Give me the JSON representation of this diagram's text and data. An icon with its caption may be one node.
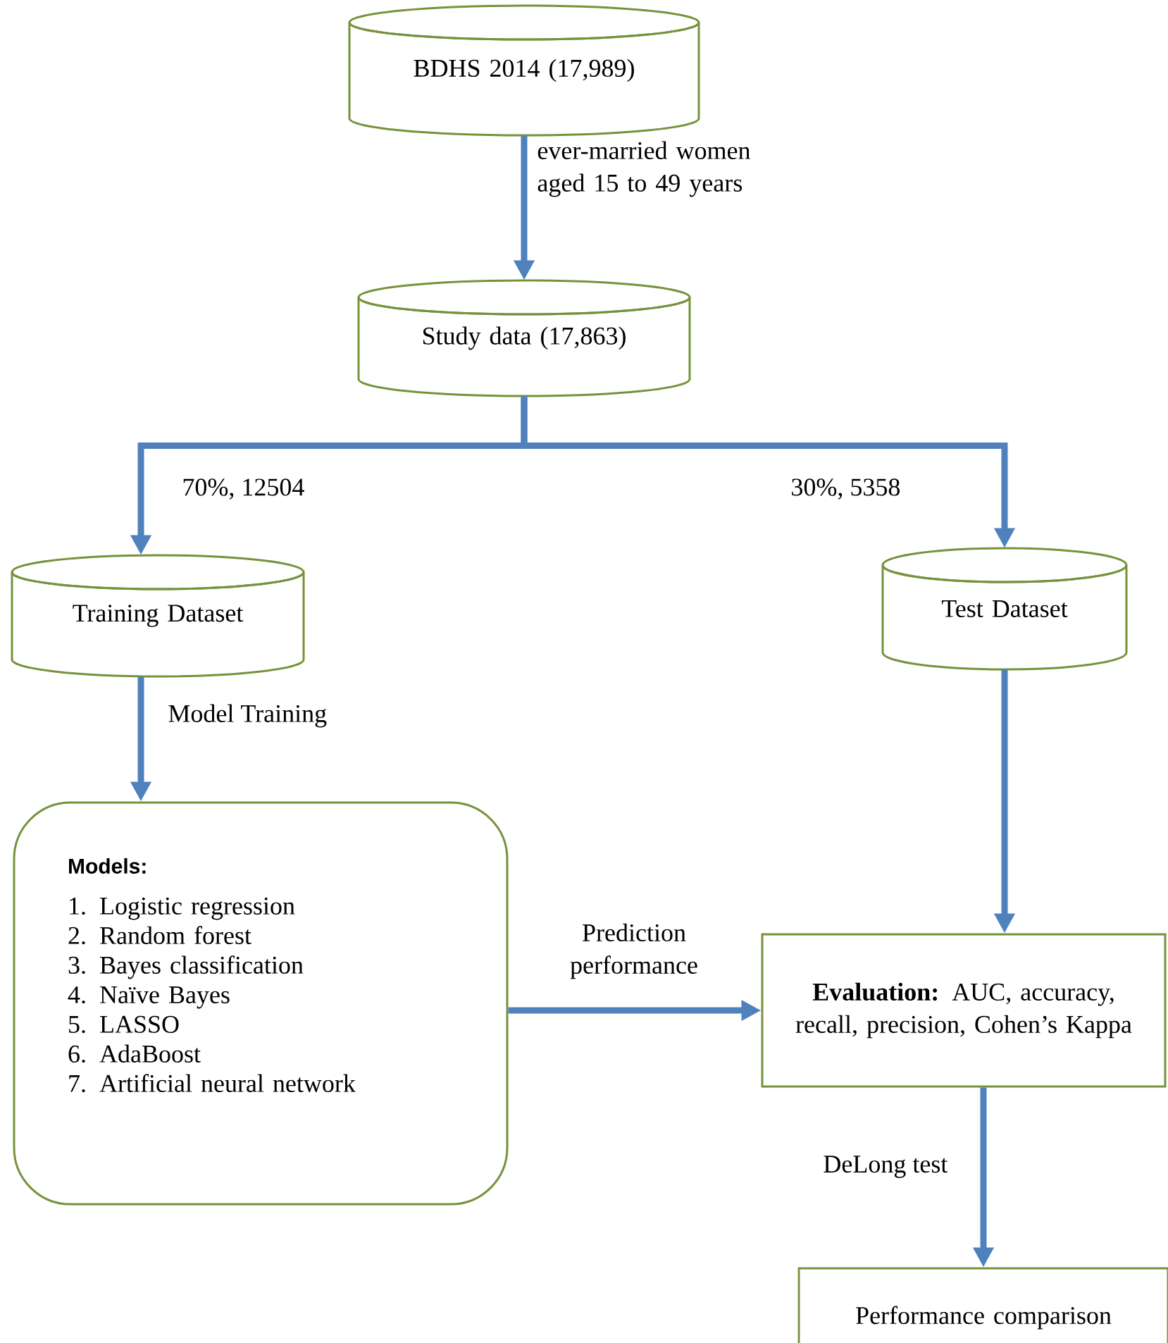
{
  "diagram": {
    "nodes": [
      {
        "text": [
          "BDHS 2014 (17,989)"
        ]
      },
      {
        "text": [
          "Study data (17,863)"
        ]
      },
      {
        "text": [
          "Training Dataset"
        ]
      },
      {
        "text": [
          "Test Dataset"
        ]
      },
      {
        "text": [
          "Models:",
          "1. Logistic regression",
          "2. Random forest",
          "3. Bayes classification",
          "4. Naïve Bayes",
          "5. LASSO",
          "6. AdaBoost",
          "7. Artificial neural network"
        ]
      },
      {
        "text": [
          "**Evaluation:** AUC, accuracy, recall, precision, Cohen’s Kappa"
        ]
      },
      {
        "text": [
          "Performance comparison"
        ]
      }
    ],
    "edges": [
      {
        "from": 0,
        "to": 1,
        "arrow": "to",
        "label": "ever-married women aged 15 to 49 years"
      },
      {
        "from": 1,
        "to": 2,
        "arrow": "to",
        "label": "70%, 12504"
      },
      {
        "from": 1,
        "to": 3,
        "arrow": "to",
        "label": "30%, 5358"
      },
      {
        "from": 2,
        "to": 4,
        "arrow": "to",
        "label": "Model Training"
      },
      {
        "from": 3,
        "to": 5,
        "arrow": "to"
      },
      {
        "from": 4,
        "to": 5,
        "arrow": "to",
        "label": "Prediction performance"
      },
      {
        "from": 5,
        "to": 6,
        "arrow": "to",
        "label": "DeLong test"
      }
    ]
  }
}
